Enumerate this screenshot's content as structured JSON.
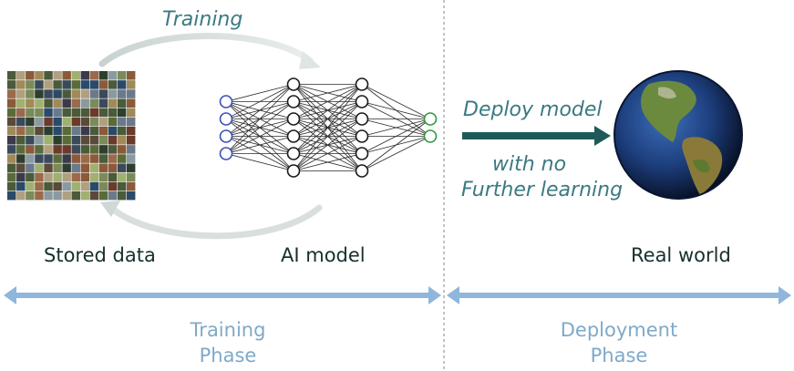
{
  "texts": {
    "training": "Training",
    "stored_data": "Stored data",
    "ai_model": "AI model",
    "deploy_model": "Deploy model",
    "with_no": "with no",
    "further_learning": "Further learning",
    "real_world": "Real world",
    "training_phase_line1": "Training",
    "training_phase_line2": "Phase",
    "deployment_phase_line1": "Deployment",
    "deployment_phase_line2": "Phase"
  },
  "network": {
    "layers": [
      4,
      6,
      6,
      2
    ]
  },
  "colors": {
    "input_node": "#3a4fb8",
    "hidden_node": "#1a1a1a",
    "output_node": "#2e9a3e",
    "deploy_arrow": "#1f5a5a",
    "phase_arrow": "#8fb6dc",
    "cycle_arrow": "#d6dcdc",
    "divider": "#9a9a9a"
  },
  "icons": {
    "stored_data": "image-mosaic-icon",
    "real_world": "earth-globe-icon"
  }
}
